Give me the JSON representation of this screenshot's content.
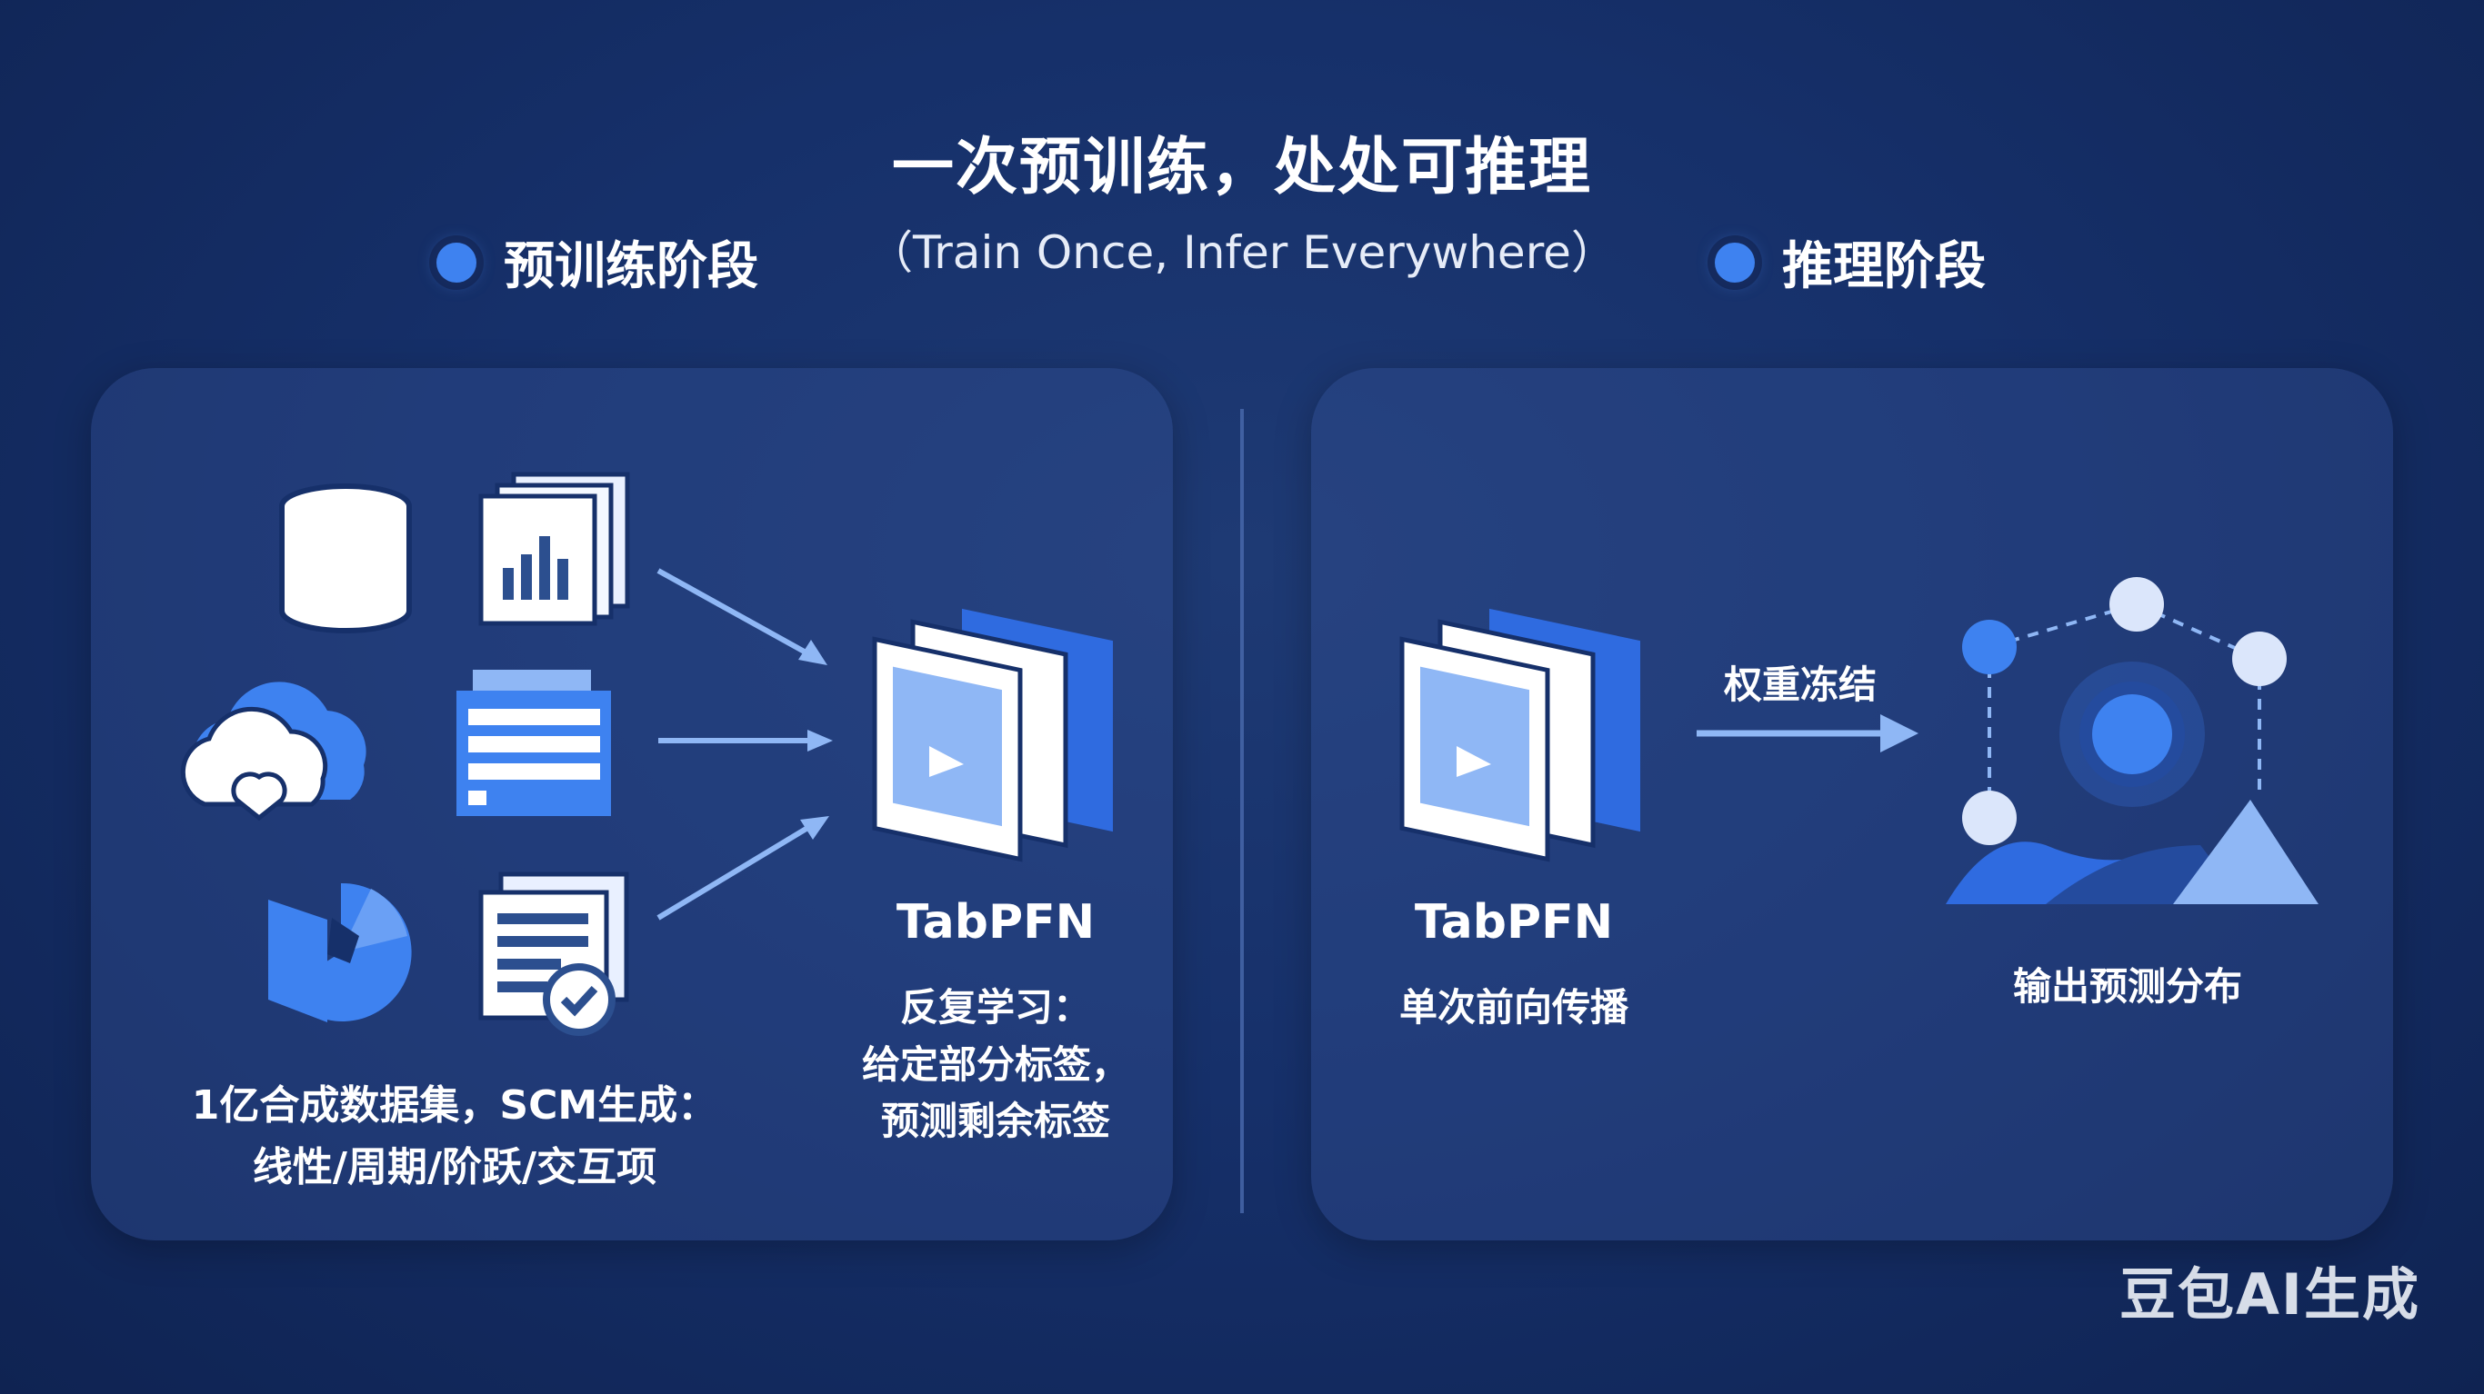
{
  "title": "一次预训练，处处可推理",
  "subtitle": "（Train Once, Infer Everywhere）",
  "stages": {
    "pretrain_label": "预训练阶段",
    "inference_label": "推理阶段"
  },
  "left_panel": {
    "data_caption_line1": "1亿合成数据集，SCM生成：",
    "data_caption_line2": "线性/周期/阶跃/交互项",
    "model_name": "TabPFN",
    "model_desc_line1": "反复学习：",
    "model_desc_line2": "给定部分标签，",
    "model_desc_line3": "预测剩余标签"
  },
  "right_panel": {
    "model_name": "TabPFN",
    "model_desc": "单次前向传播",
    "arrow_label": "权重冻结",
    "output_label": "输出预测分布"
  },
  "watermark": "豆包AI生成",
  "colors": {
    "background": "#16306a",
    "accent_blue": "#3e82f0",
    "light_blue": "#8fb7f5",
    "white": "#ffffff"
  },
  "icons": [
    "database-icon",
    "report-stack-icon",
    "cloud-icon",
    "spreadsheet-icon",
    "pie-chart-icon",
    "document-check-icon",
    "model-stack-icon",
    "distribution-network-icon"
  ]
}
